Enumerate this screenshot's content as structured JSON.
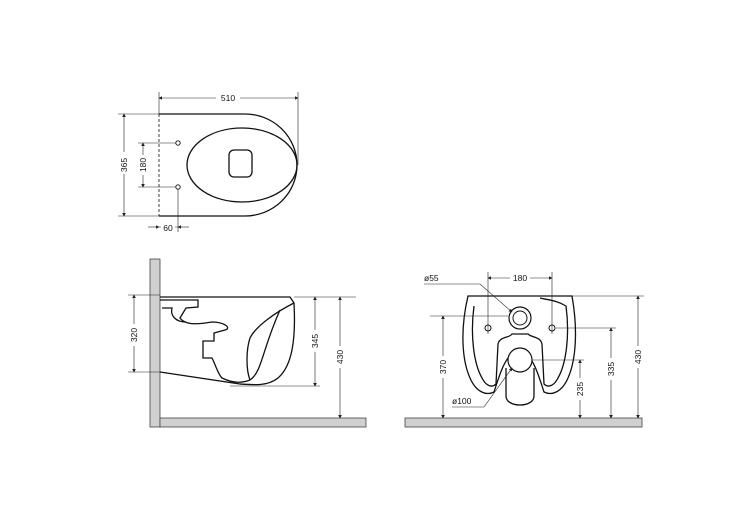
{
  "top_view": {
    "width": "510",
    "depth": "365",
    "hole_spacing": "180",
    "hole_offset": "60"
  },
  "side_view": {
    "outlet_height": "320",
    "rim_height": "345",
    "total_height": "430"
  },
  "front_view": {
    "inlet_diameter": "ø55",
    "hole_spacing": "180",
    "outlet_height": "370",
    "outlet_diameter": "ø100",
    "hole_height": "335",
    "outlet_center": "235",
    "total_height": "430"
  },
  "colors": {
    "wall_fill": "#d0d0d0",
    "line": "#111111"
  }
}
